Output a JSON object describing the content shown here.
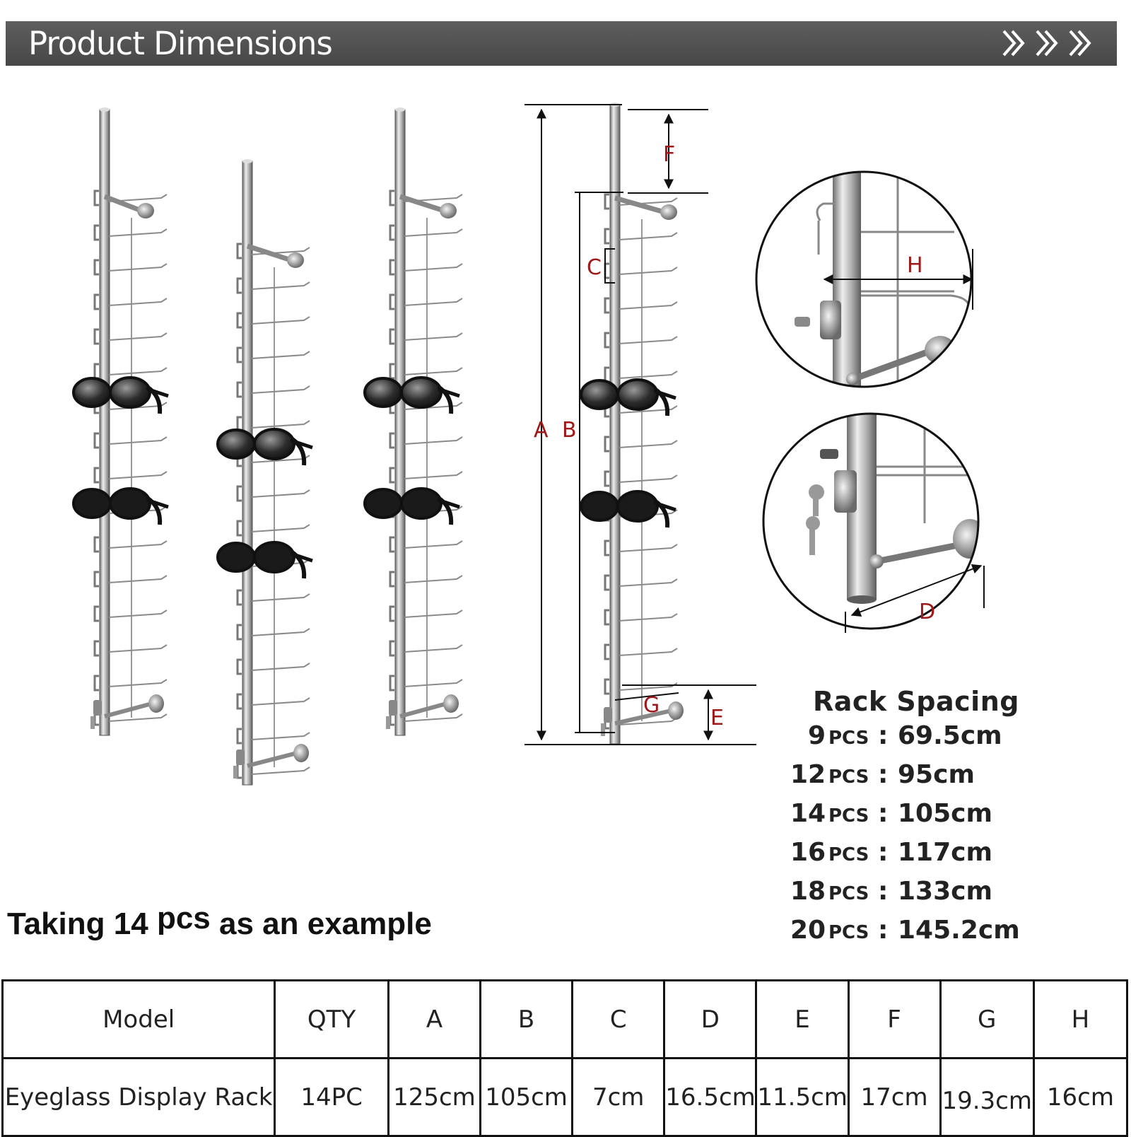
{
  "header": {
    "title": "Product Dimensions",
    "chevrons_icon": "triple-chevron-right-icon"
  },
  "diagram": {
    "labels": {
      "A": "A",
      "B": "B",
      "C": "C",
      "D": "D",
      "E": "E",
      "F": "F",
      "G": "G",
      "H": "H"
    },
    "colors": {
      "label": "#a01818",
      "metal": "#9a9a9a",
      "line": "#111111"
    }
  },
  "spacing": {
    "title": "Rack Spacing",
    "unit": "PCS",
    "rows": [
      {
        "count": "9",
        "value": "69.5cm"
      },
      {
        "count": "12",
        "value": "95cm"
      },
      {
        "count": "14",
        "value": "105cm"
      },
      {
        "count": "16",
        "value": "117cm"
      },
      {
        "count": "18",
        "value": "133cm"
      },
      {
        "count": "20",
        "value": "145.2cm"
      }
    ]
  },
  "example": {
    "prefix": "Taking 14",
    "unit": "pcs",
    "suffix": "as an example"
  },
  "table": {
    "headers": [
      "Model",
      "QTY",
      "A",
      "B",
      "C",
      "D",
      "E",
      "F",
      "G",
      "H"
    ],
    "rows": [
      [
        "Eyeglass Display Rack",
        "14PC",
        "125cm",
        "105cm",
        "7cm",
        "16.5cm",
        "11.5cm",
        "17cm",
        "19.3cm",
        "16cm"
      ]
    ]
  }
}
